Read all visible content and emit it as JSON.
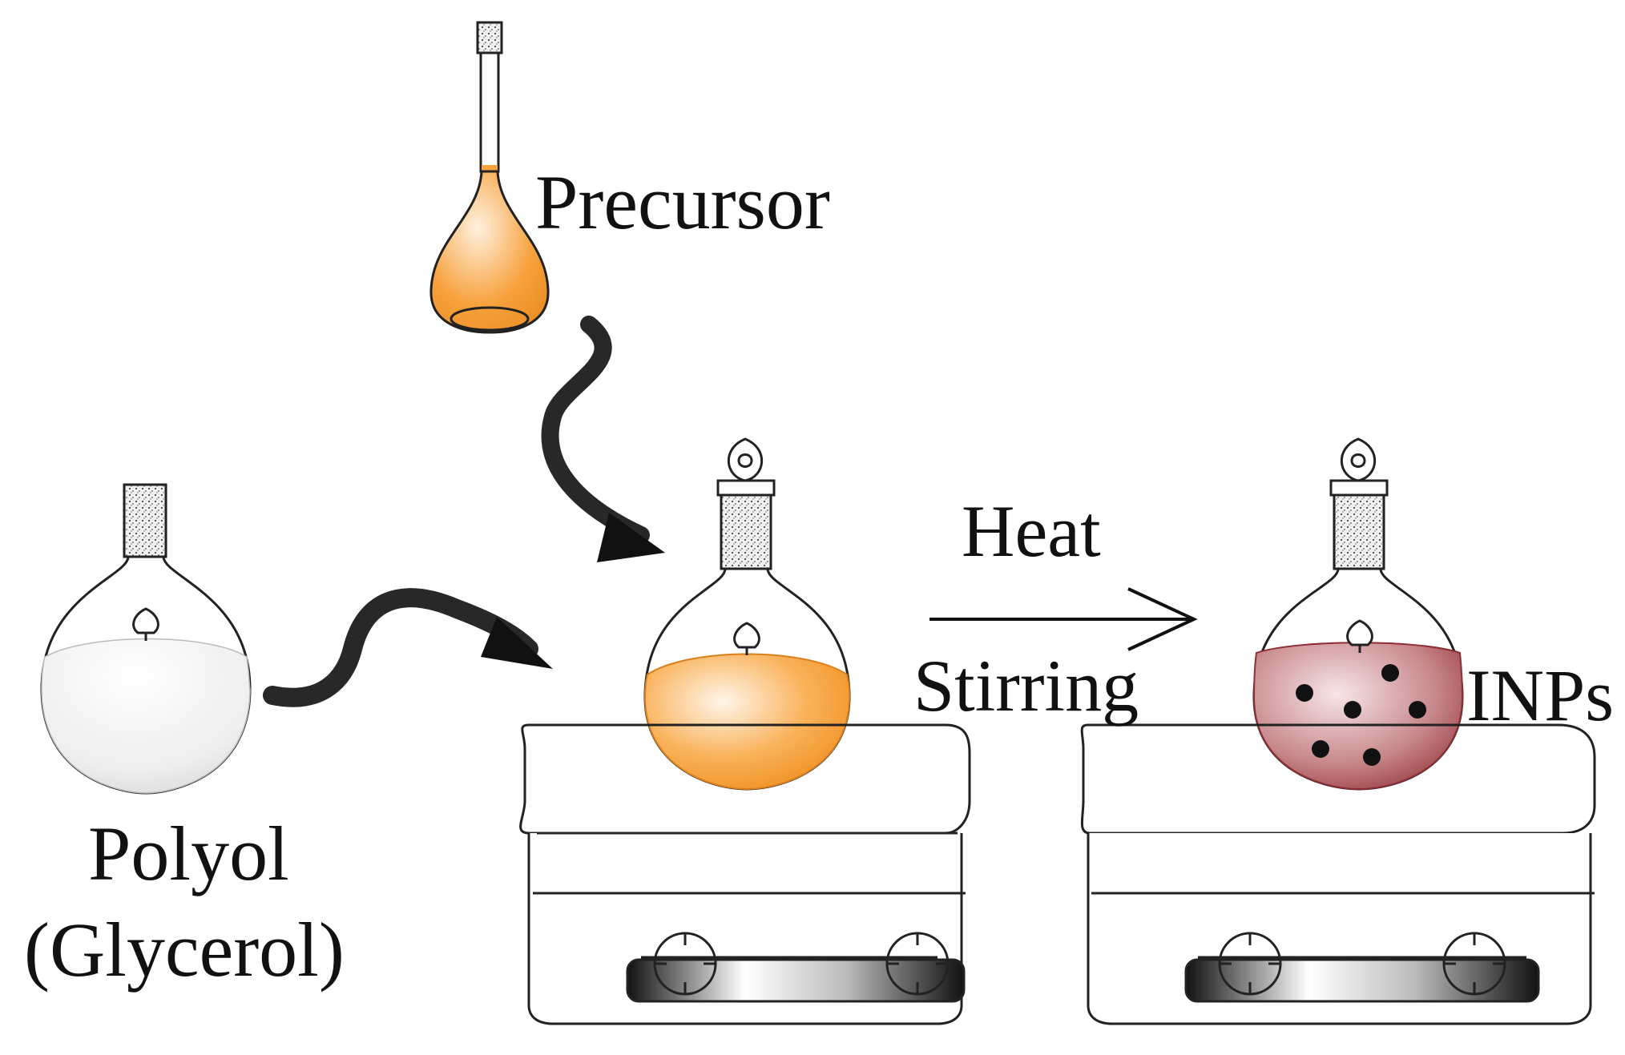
{
  "labels": {
    "precursor": "Precursor",
    "polyol": "Polyol",
    "glycerol": "(Glycerol)",
    "heat": "Heat",
    "stirring": "Stirring",
    "inps": "INPs"
  },
  "colors": {
    "precursor_liquid": "#f7a23e",
    "precursor_liquid_light": "#fff1df",
    "polyol_liquid": "#e9e9e9",
    "product_liquid": "#9b3b40",
    "product_liquid_light": "#f3dcdd",
    "particles": "#111111",
    "outline": "#222222",
    "arrow": "#111111"
  }
}
